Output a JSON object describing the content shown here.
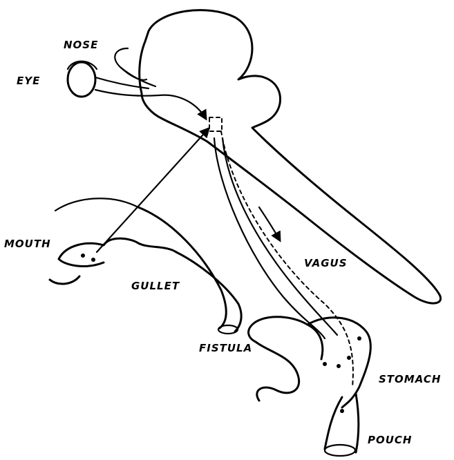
{
  "labels": {
    "nose": "NOSE",
    "eye": "EYE",
    "mouth": "MOUTH",
    "gullet": "GULLET",
    "vagus": "VAGUS",
    "fistula": "FISTULA",
    "stomach": "STOMACH",
    "pouch": "POUCH"
  },
  "colors": {
    "ink": "#000000",
    "background": "#ffffff"
  }
}
